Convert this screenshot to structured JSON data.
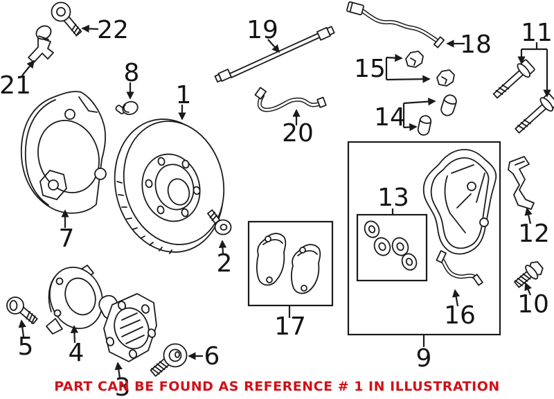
{
  "caption": {
    "text": "PART CAN BE FOUND AS REFERENCE # 1 IN ILLUSTRATION",
    "color": "#d21117"
  },
  "colors": {
    "line": "#1a1a1a",
    "background": "#ffffff"
  },
  "callouts": [
    {
      "num": "1",
      "part": "brake-rotor"
    },
    {
      "num": "2",
      "part": "rotor-set-screw"
    },
    {
      "num": "3",
      "part": "wheel-hub"
    },
    {
      "num": "4",
      "part": "wheel-bearing"
    },
    {
      "num": "5",
      "part": "bearing-bolt"
    },
    {
      "num": "6",
      "part": "hub-bolt"
    },
    {
      "num": "7",
      "part": "splash-shield"
    },
    {
      "num": "8",
      "part": "shield-rivet"
    },
    {
      "num": "9",
      "part": "caliper-assembly-box"
    },
    {
      "num": "10",
      "part": "caliper-bolt"
    },
    {
      "num": "11",
      "part": "guide-bolt-pair"
    },
    {
      "num": "12",
      "part": "retaining-spring-clip"
    },
    {
      "num": "13",
      "part": "seal-kit-box"
    },
    {
      "num": "14",
      "part": "sleeve-pair"
    },
    {
      "num": "15",
      "part": "clip-pair"
    },
    {
      "num": "16",
      "part": "bleeder-pipe"
    },
    {
      "num": "17",
      "part": "brake-pad-set-box"
    },
    {
      "num": "18",
      "part": "wear-sensor-wire"
    },
    {
      "num": "19",
      "part": "brake-hose"
    },
    {
      "num": "20",
      "part": "sensor-hose"
    },
    {
      "num": "21",
      "part": "abs-speed-sensor"
    },
    {
      "num": "22",
      "part": "sensor-mount-bolt"
    }
  ]
}
